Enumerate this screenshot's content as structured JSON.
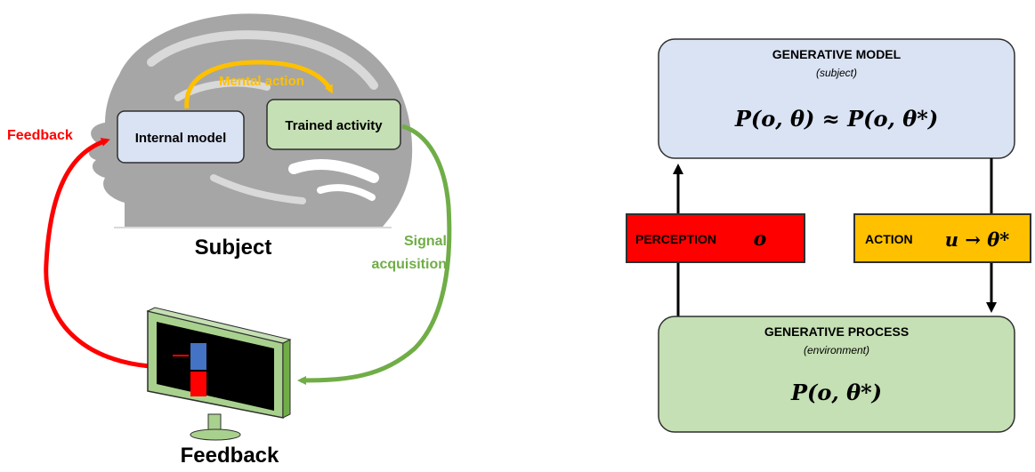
{
  "left": {
    "mental_action": "Mental action",
    "internal_model": "Internal model",
    "trained_activity": "Trained activity",
    "feedback_arrow_label": "Feedback",
    "subject_label": "Subject",
    "signal_line1": "Signal",
    "signal_line2": "acquisition",
    "feedback_bottom_label": "Feedback"
  },
  "right": {
    "model_title": "GENERATIVE MODEL",
    "model_subtitle": "(subject)",
    "model_formula": "P(o, θ) ≈ P(o, θ*)",
    "perception_label": "PERCEPTION",
    "perception_symbol": "o",
    "action_label": "ACTION",
    "action_symbol": "u → θ*",
    "process_title": "GENERATIVE PROCESS",
    "process_subtitle": "(environment)",
    "process_formula": "P(o, θ*)"
  },
  "colors": {
    "red": "#ff0000",
    "green": "#70ad47",
    "orange": "#ffc000",
    "blue_box": "#dae3f3",
    "green_box": "#c5e0b4",
    "head_gray": "#a6a6a6"
  }
}
